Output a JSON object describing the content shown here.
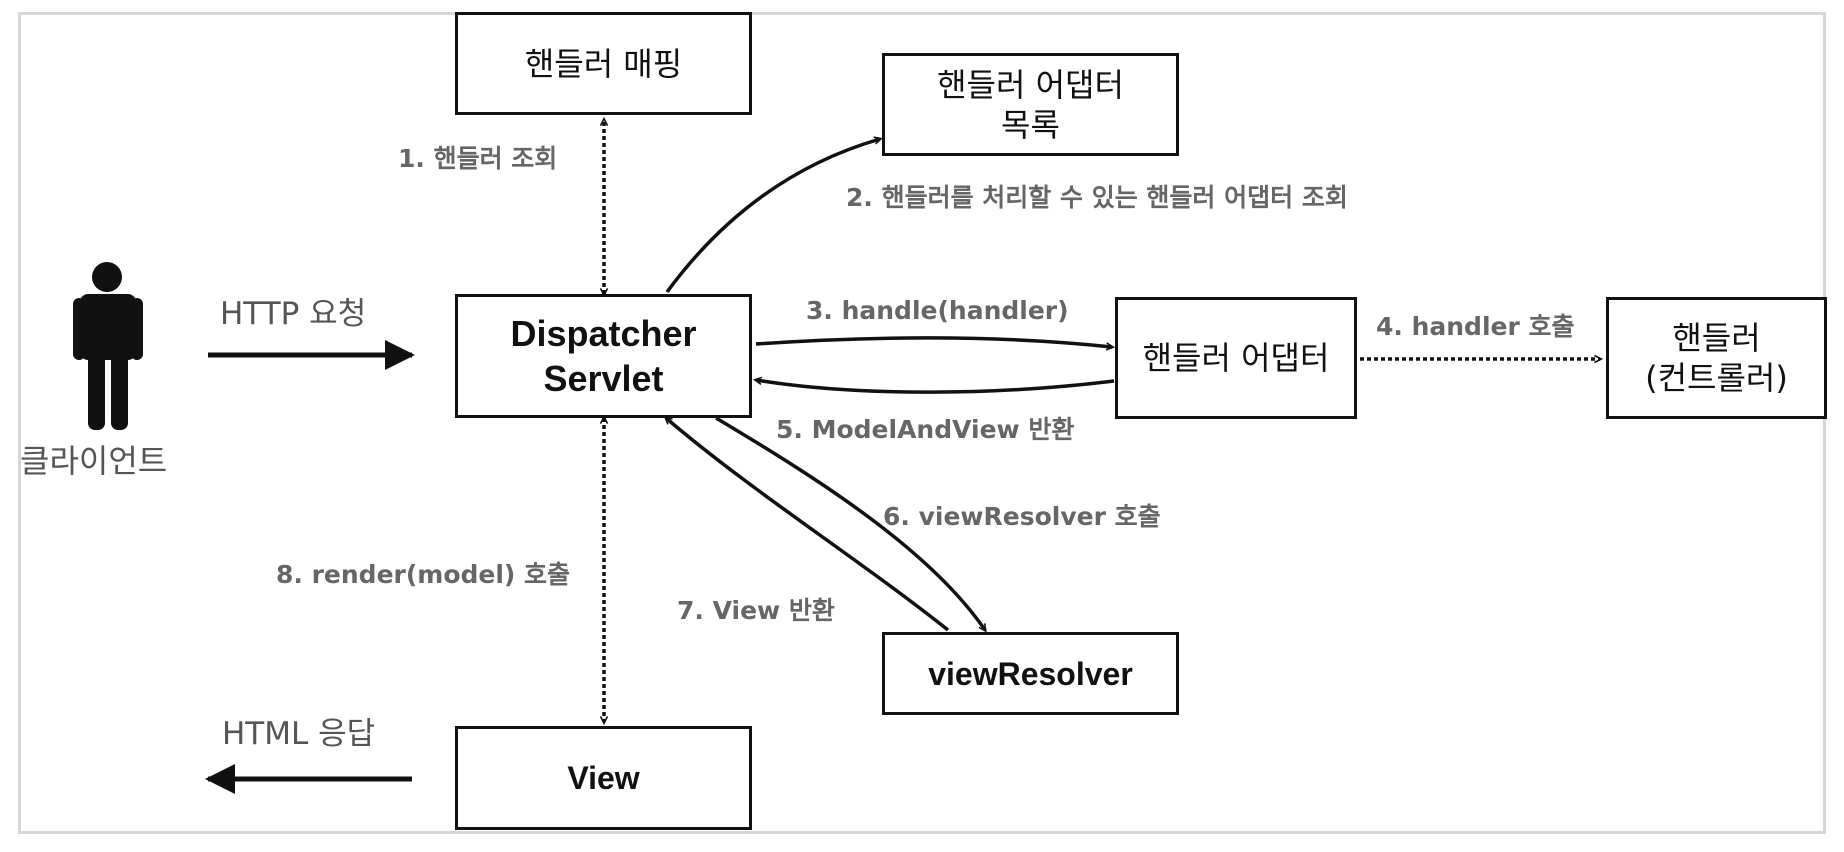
{
  "actors": {
    "client": "클라이언트"
  },
  "nodes": {
    "handler_mapping": [
      "핸들러 매핑"
    ],
    "adapter_list": [
      "핸들러 어댑터",
      "목록"
    ],
    "dispatcher": [
      "Dispatcher",
      "Servlet"
    ],
    "handler_adapter": [
      "핸들러 어댑터"
    ],
    "handler": [
      "핸들러",
      "(컨트롤러)"
    ],
    "view_resolver": [
      "viewResolver"
    ],
    "view": [
      "View"
    ]
  },
  "edges": {
    "request": "HTTP 요청",
    "response": "HTML 응답",
    "e1": "1. 핸들러 조회",
    "e2": "2. 핸들러를 처리할 수 있는 핸들러 어댑터 조회",
    "e3": "3. handle(handler)",
    "e4": "4. handler 호출",
    "e5": "5. ModelAndView 반환",
    "e6": "6. viewResolver 호출",
    "e7": "7. View 반환",
    "e8": "8. render(model) 호출"
  },
  "colors": {
    "line": "#111111",
    "label": "#666666",
    "frame": "#d6d6d6"
  }
}
